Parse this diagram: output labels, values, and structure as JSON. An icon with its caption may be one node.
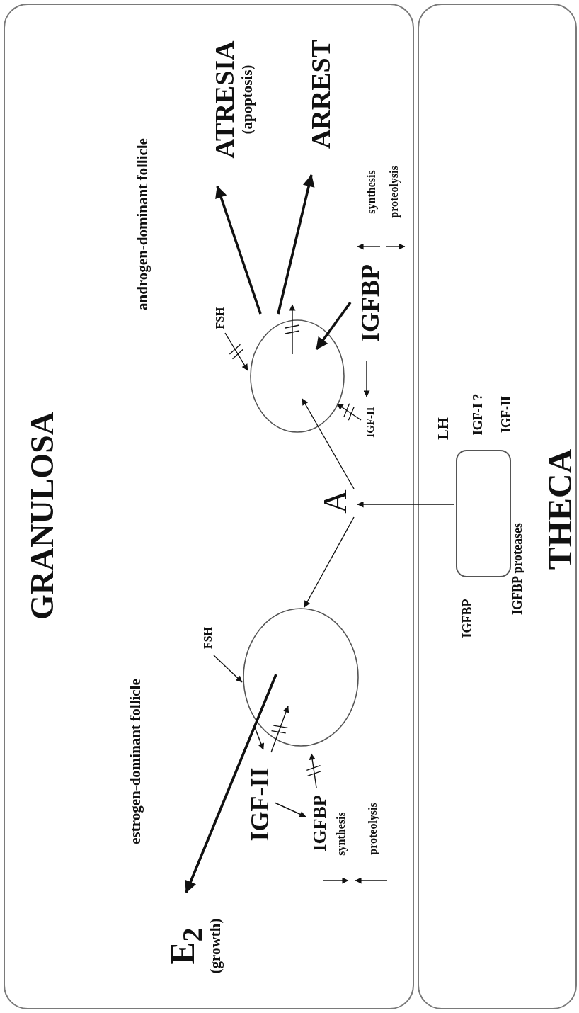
{
  "diagram": {
    "nodes": [
      {
        "text": [
          "GRANULOSA"
        ]
      },
      {
        "text": [
          "THECA"
        ]
      },
      {
        "text": [],
        "shape": "circle",
        "in": 0
      },
      {
        "text": [],
        "shape": "circle",
        "in": 0
      },
      {
        "text": [
          "A"
        ],
        "in": 0
      },
      {
        "text": [
          "E$_{2}$",
          "(growth)"
        ],
        "in": 0
      },
      {
        "text": [
          "IGF-II"
        ],
        "in": 0
      },
      {
        "text": [
          "IGFBP"
        ],
        "in": 0
      },
      {
        "text": [
          "FSH"
        ],
        "in": 0
      },
      {
        "text": [
          "ATRESIA",
          "(apoptosis)"
        ],
        "in": 0
      },
      {
        "text": [
          "ARREST"
        ],
        "in": 0
      },
      {
        "text": [
          "IGFBP"
        ],
        "in": 0
      },
      {
        "text": [
          "FSH"
        ],
        "in": 0
      },
      {
        "text": [
          "IGF-II"
        ],
        "in": 0
      },
      {
        "text": [],
        "shape": "box",
        "in": 1
      }
    ],
    "edges": [
      {
        "from": 14,
        "to": 4,
        "arrow": "to"
      },
      {
        "from": 4,
        "to": 3,
        "arrow": "to"
      },
      {
        "from": 4,
        "to": 2,
        "arrow": "to"
      },
      {
        "from": 3,
        "to": 5,
        "arrow": "to",
        "style": "thick"
      },
      {
        "from": 8,
        "to": 3,
        "arrow": "to"
      },
      {
        "from": 3,
        "to": 6,
        "arrow": "to"
      },
      {
        "from": 6,
        "to": 3,
        "arrow": "to"
      },
      {
        "from": 6,
        "to": 7,
        "arrow": "to"
      },
      {
        "from": 7,
        "to": 3,
        "arrow": "to"
      },
      {
        "from": 2,
        "to": 9,
        "arrow": "to",
        "style": "thick"
      },
      {
        "from": 2,
        "to": 10,
        "arrow": "to",
        "style": "thick"
      },
      {
        "from": 11,
        "to": 2,
        "arrow": "to",
        "style": "thick"
      },
      {
        "from": 12,
        "to": 2,
        "arrow": "to"
      },
      {
        "from": 11,
        "to": 13,
        "arrow": "to"
      },
      {
        "from": 13,
        "to": 2,
        "arrow": "to"
      },
      {
        "from": 2,
        "to": null,
        "arrow": "to"
      }
    ],
    "labels": [
      "estrogen-dominant follicle",
      "androgen-dominant follicle",
      "synthesis",
      "proteolysis",
      "synthesis",
      "proteolysis",
      "LH",
      "IGF-I ?",
      "IGF-II",
      "IGFBP",
      "IGFBP proteases"
    ]
  }
}
